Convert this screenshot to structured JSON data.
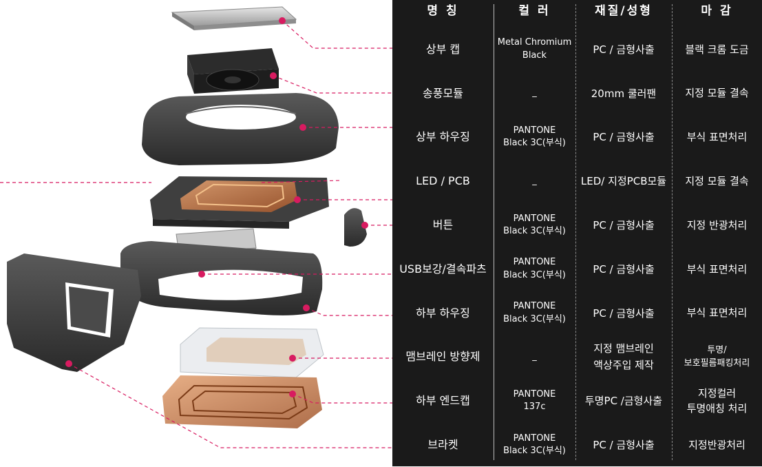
{
  "table": {
    "headers": {
      "name": "명 칭",
      "color": "컬 러",
      "material": "재질/성형",
      "finish": "마 감"
    },
    "rows": [
      {
        "name": "상부 캡",
        "color": [
          "Metal Chromium",
          "Black"
        ],
        "material": [
          "PC / 금형사출"
        ],
        "finish": [
          "블랙 크롬 도금"
        ]
      },
      {
        "name": "송풍모듈",
        "color": [
          "_"
        ],
        "material": [
          "20mm 쿨러팬"
        ],
        "finish": [
          "지정 모듈 결속"
        ]
      },
      {
        "name": "상부 하우징",
        "color": [
          "PANTONE",
          "Black 3C(부식)"
        ],
        "material": [
          "PC / 금형사출"
        ],
        "finish": [
          "부식 표면처리"
        ]
      },
      {
        "name": "LED / PCB",
        "color": [
          "_"
        ],
        "material": [
          "LED/ 지정PCB모듈"
        ],
        "finish": [
          "지정 모듈 결속"
        ]
      },
      {
        "name": "버튼",
        "color": [
          "PANTONE",
          "Black 3C(부식)"
        ],
        "material": [
          "PC / 금형사출"
        ],
        "finish": [
          "지정 반광처리"
        ]
      },
      {
        "name": "USB보강/결속파츠",
        "color": [
          "PANTONE",
          "Black 3C(부식)"
        ],
        "material": [
          "PC / 금형사출"
        ],
        "finish": [
          "부식 표면처리"
        ]
      },
      {
        "name": "하부 하우징",
        "color": [
          "PANTONE",
          "Black 3C(부식)"
        ],
        "material": [
          "PC / 금형사출"
        ],
        "finish": [
          "부식 표면처리"
        ]
      },
      {
        "name": "맴브레인 방향제",
        "color": [
          "_"
        ],
        "material": [
          "지정 맴브레인",
          "액상주입 제작"
        ],
        "finish": [
          "투명/",
          "보호필름패킹처리"
        ]
      },
      {
        "name": "하부 엔드캡",
        "color": [
          "PANTONE",
          "137c"
        ],
        "material": [
          "투명PC /금형사출"
        ],
        "finish": [
          "지정컬러",
          "투명애칭 처리"
        ]
      },
      {
        "name": "브라켓",
        "color": [
          "PANTONE",
          "Black 3C(부식)"
        ],
        "material": [
          "PC / 금형사출"
        ],
        "finish": [
          "지정반광처리"
        ]
      }
    ]
  },
  "colors": {
    "panel": "#1a1a1a",
    "text": "#ffffff",
    "leader": "#d81b60",
    "part_dark": "#3a3a3a",
    "coil": "#c8743a"
  }
}
